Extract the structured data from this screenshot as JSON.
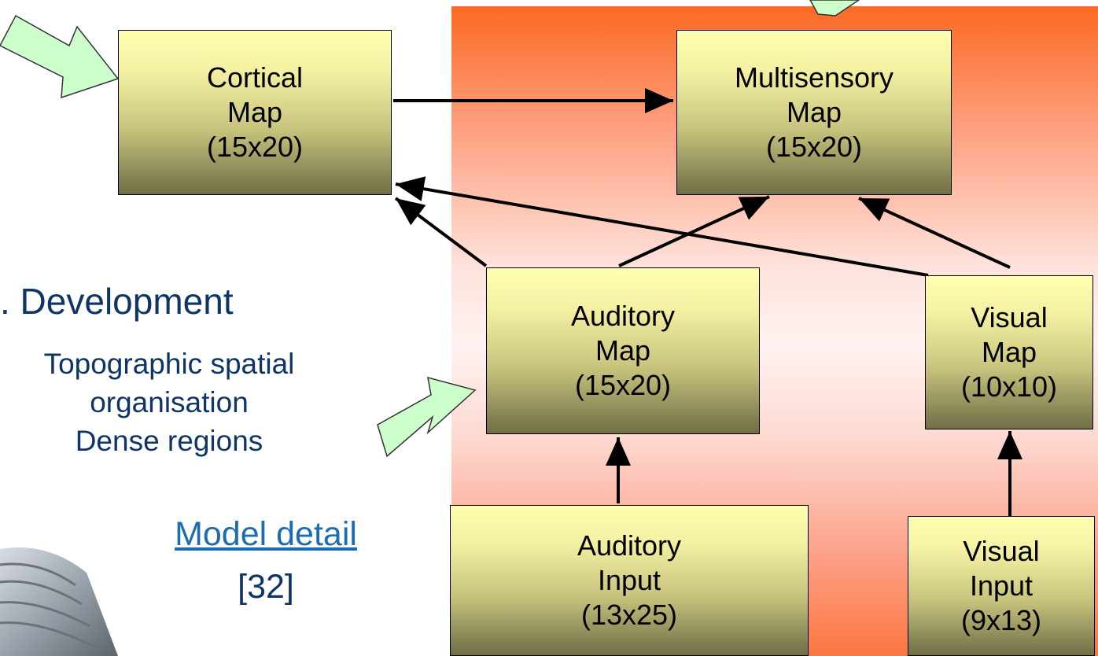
{
  "boxes": {
    "cortical": {
      "line1": "Cortical",
      "line2": "Map",
      "line3": "(15x20)"
    },
    "multisensory": {
      "line1": "Multisensory",
      "line2": "Map",
      "line3": "(15x20)"
    },
    "auditory_map": {
      "line1": "Auditory",
      "line2": "Map",
      "line3": "(15x20)"
    },
    "visual_map": {
      "line1": "Visual",
      "line2": "Map",
      "line3": "(10x10)"
    },
    "auditory_input": {
      "line1": "Auditory",
      "line2": "Input",
      "line3": "(13x25)"
    },
    "visual_input": {
      "line1": "Visual",
      "line2": "Input",
      "line3": "(9x13)"
    }
  },
  "text": {
    "heading": ". Development",
    "bullet1": "Topographic spatial",
    "bullet2": "organisation",
    "bullet3": "Dense regions",
    "link": "Model detail",
    "ref": "[32]"
  },
  "colors": {
    "panel_top": "#fc6a24",
    "box_top": "#ffffb0",
    "box_bottom": "#6f6e46",
    "callout_arrow": "#ccffcc",
    "heading_text": "#0f3566",
    "link_text": "#1a6cb4"
  }
}
